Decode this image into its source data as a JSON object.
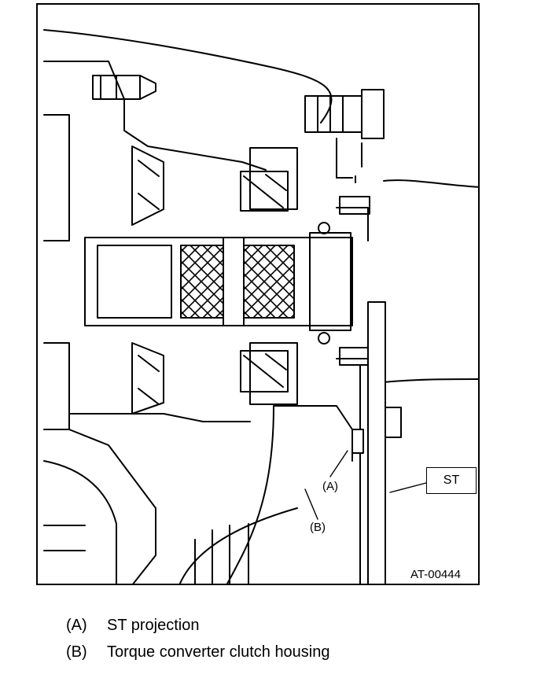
{
  "figure": {
    "id": "AT-00444",
    "callouts": [
      {
        "key": "A",
        "label": "(A)"
      },
      {
        "key": "B",
        "label": "(B)"
      },
      {
        "key": "ST",
        "label": "ST"
      }
    ]
  },
  "legend": [
    {
      "key": "(A)",
      "text": "ST projection"
    },
    {
      "key": "(B)",
      "text": "Torque converter clutch housing"
    }
  ]
}
